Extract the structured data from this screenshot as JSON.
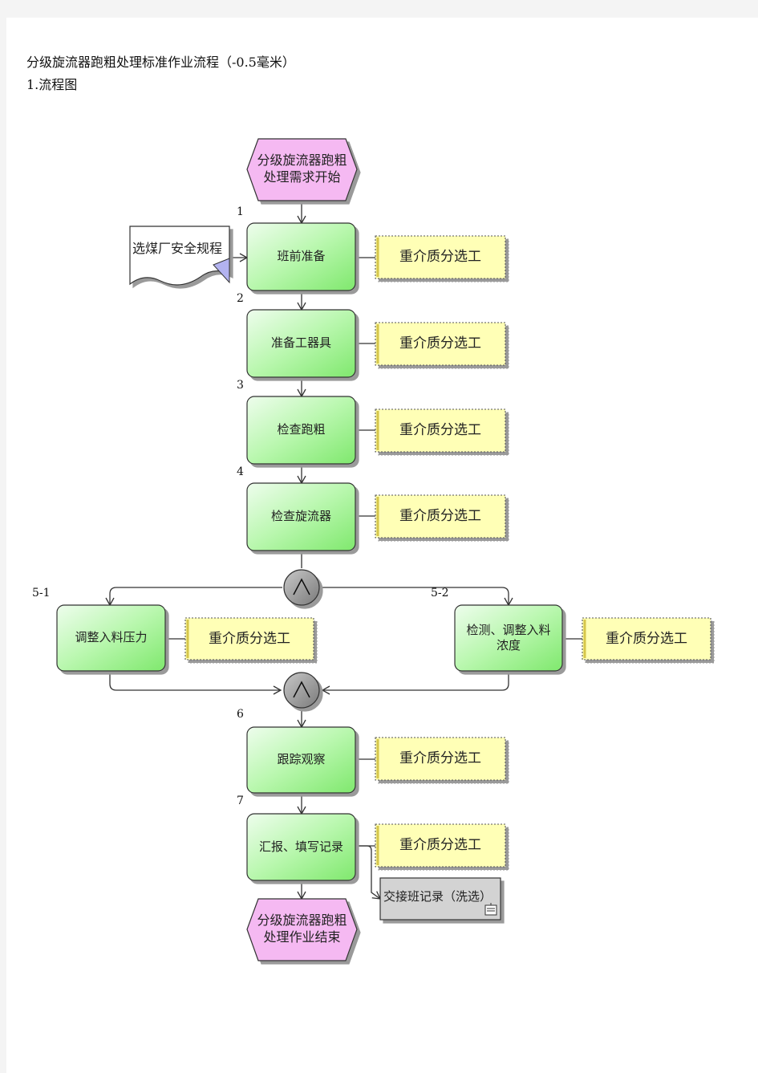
{
  "title": "分级旋流器跑粗处理标准作业流程（-0.5毫米）",
  "subtitle": "1.流程图",
  "colors": {
    "process_fill_top": "#e7fbe2",
    "process_fill_bottom": "#8ff27e",
    "event_fill": "#f6b6f3",
    "role_fill": "#ffffb8",
    "record_fill": "#d4d4d4",
    "connector_fill": "#9e9e9e"
  },
  "flow": {
    "start_event": "分级旋流器跑粗处理需求开始",
    "end_event": "分级旋流器跑粗处理作业结束",
    "input_document": "选煤厂安全规程",
    "output_record": "交接班记录（洗选）",
    "steps": [
      {
        "num": "1",
        "label": "班前准备",
        "role": "重介质分选工"
      },
      {
        "num": "2",
        "label": "准备工器具",
        "role": "重介质分选工"
      },
      {
        "num": "3",
        "label": "检查跑粗",
        "role": "重介质分选工"
      },
      {
        "num": "4",
        "label": "检查旋流器",
        "role": "重介质分选工"
      },
      {
        "num": "5-1",
        "label": "调整入料压力",
        "role": "重介质分选工"
      },
      {
        "num": "5-2",
        "label": "检测、调整入料浓度",
        "role": "重介质分选工"
      },
      {
        "num": "6",
        "label": "跟踪观察",
        "role": "重介质分选工"
      },
      {
        "num": "7",
        "label": "汇报、填写记录",
        "role": "重介质分选工"
      }
    ],
    "connector_icon": "and-connector-icon"
  }
}
